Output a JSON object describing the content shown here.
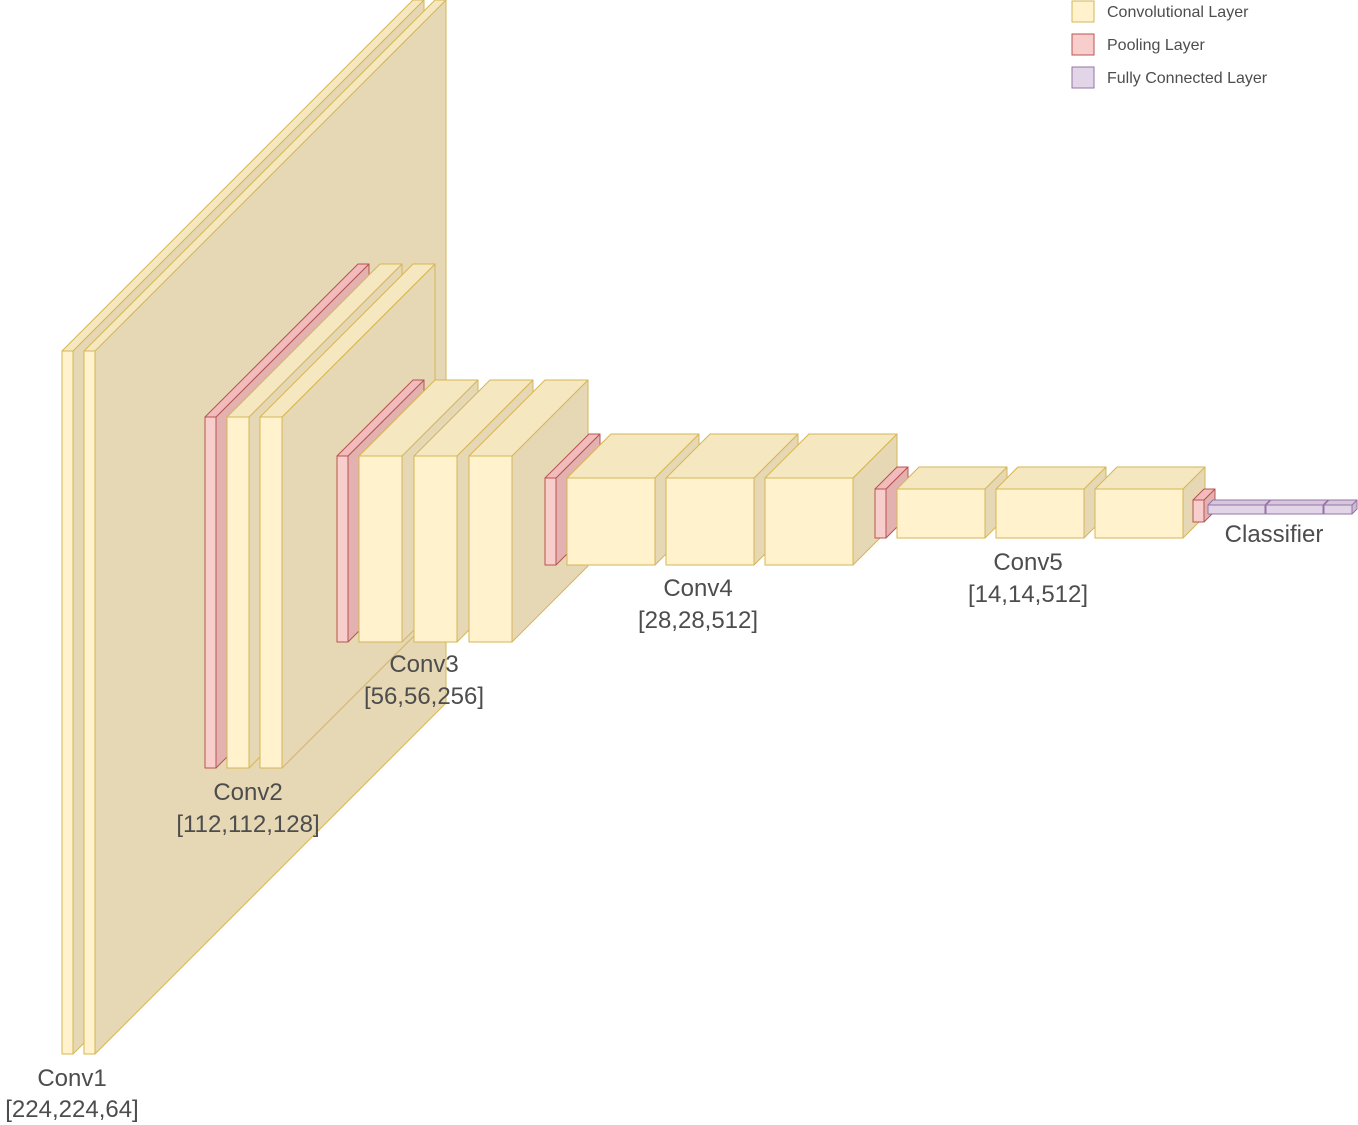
{
  "colors": {
    "conv": {
      "front": "#fff2cc",
      "top": "#f5e8c0",
      "side": "#e6d8b5",
      "stroke": "#d6b656"
    },
    "pool": {
      "front": "#f8cecc",
      "top": "#f1bcbb",
      "side": "#e3b2b0",
      "stroke": "#b85450"
    },
    "fc": {
      "front": "#e1d5e7",
      "top": "#d5c8dc",
      "side": "#c9bcd1",
      "stroke": "#9673a6"
    }
  },
  "legend": [
    {
      "type": "conv",
      "label": "Convolutional Layer"
    },
    {
      "type": "pool",
      "label": "Pooling Layer"
    },
    {
      "type": "fc",
      "label": "Fully Connected Layer"
    }
  ],
  "stages": {
    "conv1": {
      "name": "Conv1",
      "dims": "[224,224,64]"
    },
    "conv2": {
      "name": "Conv2",
      "dims": "[112,112,128]"
    },
    "conv3": {
      "name": "Conv3",
      "dims": "[56,56,256]"
    },
    "conv4": {
      "name": "Conv4",
      "dims": "[28,28,512]"
    },
    "conv5": {
      "name": "Conv5",
      "dims": "[14,14,512]"
    },
    "classifier": {
      "name": "Classifier"
    }
  }
}
